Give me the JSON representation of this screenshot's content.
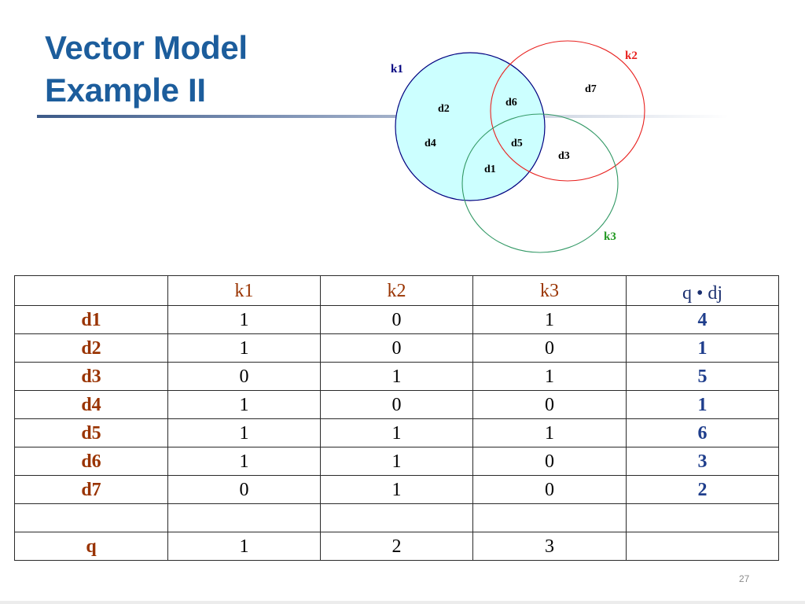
{
  "slide": {
    "title_line1": "Vector Model",
    "title_line2": "Example II",
    "page_number": "27"
  },
  "colors": {
    "title": "#1c5d9c",
    "row_label": "#993300",
    "score": "#1f3e8c",
    "score_header": "#1a2f6f"
  },
  "venn": {
    "sets": [
      {
        "label": "k1",
        "stroke": "#000080",
        "fill": "#ccffff"
      },
      {
        "label": "k2",
        "stroke": "#e8211f",
        "fill": "none"
      },
      {
        "label": "k3",
        "stroke": "#339966",
        "fill": "none"
      }
    ],
    "documents": [
      "d2",
      "d6",
      "d7",
      "d4",
      "d5",
      "d3",
      "d1"
    ]
  },
  "table": {
    "headers": [
      "",
      "k1",
      "k2",
      "k3",
      "q • dj"
    ],
    "rows": [
      {
        "label": "d1",
        "k1": "1",
        "k2": "0",
        "k3": "1",
        "score": "4"
      },
      {
        "label": "d2",
        "k1": "1",
        "k2": "0",
        "k3": "0",
        "score": "1"
      },
      {
        "label": "d3",
        "k1": "0",
        "k2": "1",
        "k3": "1",
        "score": "5"
      },
      {
        "label": "d4",
        "k1": "1",
        "k2": "0",
        "k3": "0",
        "score": "1"
      },
      {
        "label": "d5",
        "k1": "1",
        "k2": "1",
        "k3": "1",
        "score": "6"
      },
      {
        "label": "d6",
        "k1": "1",
        "k2": "1",
        "k3": "0",
        "score": "3"
      },
      {
        "label": "d7",
        "k1": "0",
        "k2": "1",
        "k3": "0",
        "score": "2"
      },
      {
        "label": "",
        "k1": "",
        "k2": "",
        "k3": "",
        "score": ""
      },
      {
        "label": "q",
        "k1": "1",
        "k2": "2",
        "k3": "3",
        "score": ""
      }
    ]
  }
}
